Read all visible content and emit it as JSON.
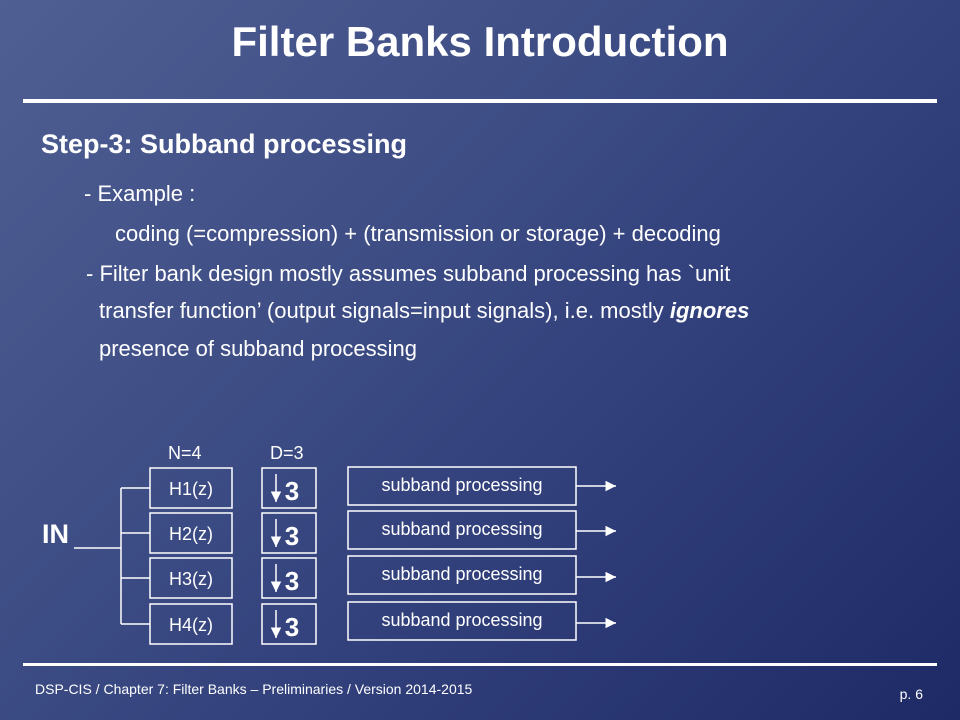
{
  "slide": {
    "title": "Filter Banks Introduction",
    "step_heading": "Step-3: Subband processing",
    "bullets": {
      "example": "- Example :",
      "example_detail": "coding (=compression) + (transmission or storage) + decoding",
      "design_line1": "- Filter bank design mostly assumes subband processing has `unit",
      "design_line2_before": "transfer function’ (output signals=input signals), i.e. mostly ",
      "design_line2_emphasis": "ignores",
      "design_line3": "presence of subband processing"
    }
  },
  "diagram": {
    "input_label": "IN",
    "n_label": "N=4",
    "d_label": "D=3",
    "filters": [
      "H1(z)",
      "H2(z)",
      "H3(z)",
      "H4(z)"
    ],
    "decimators": [
      "3",
      "3",
      "3",
      "3"
    ],
    "processing": [
      "subband processing",
      "subband processing",
      "subband processing",
      "subband processing"
    ]
  },
  "footer": {
    "text": "DSP-CIS  /  Chapter 7: Filter Banks – Preliminaries  /  Version 2014-2015",
    "page": "p. 6"
  }
}
